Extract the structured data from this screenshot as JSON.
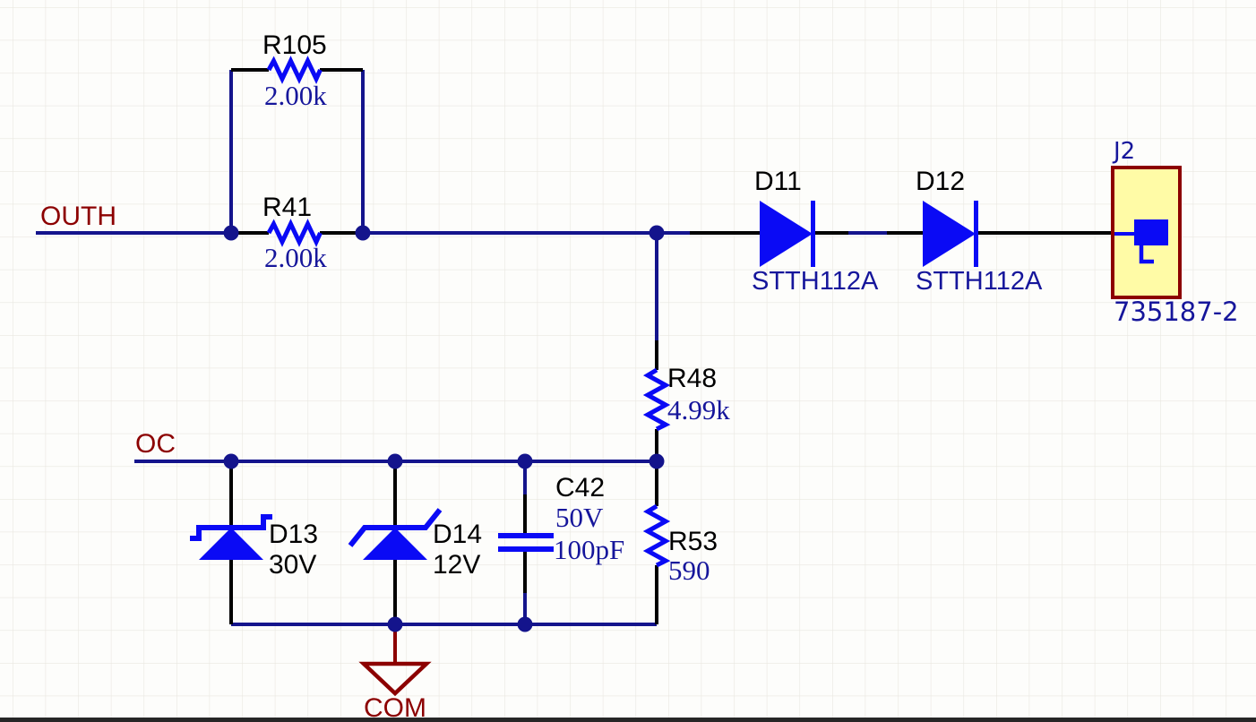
{
  "canvas": {
    "colors": {
      "bg": "#FDFDFB",
      "grid_color": "#E9E7E0",
      "wire_color": "#14148C",
      "symbol_color": "#0A0AF5",
      "value_color": "#16169B",
      "net_color": "#8C0000",
      "connector_fill": "#FFFBA6",
      "connector_border": "#8C0000"
    }
  },
  "net_labels": {
    "outh": "OUTH",
    "oc": "OC",
    "com": "COM"
  },
  "components": {
    "r105": {
      "designator": "R105",
      "value": "2.00k"
    },
    "r41": {
      "designator": "R41",
      "value": "2.00k"
    },
    "r48": {
      "designator": "R48",
      "value": "4.99k"
    },
    "r53": {
      "designator": "R53",
      "value": "590"
    },
    "c42": {
      "designator": "C42",
      "rating": "50V",
      "value": "100pF"
    },
    "d11": {
      "designator": "D11",
      "part": "STTH112A"
    },
    "d12": {
      "designator": "D12",
      "part": "STTH112A"
    },
    "d13": {
      "designator": "D13",
      "value": "30V"
    },
    "d14": {
      "designator": "D14",
      "value": "12V"
    },
    "j2": {
      "designator": "J2",
      "part": "735187-2"
    }
  }
}
